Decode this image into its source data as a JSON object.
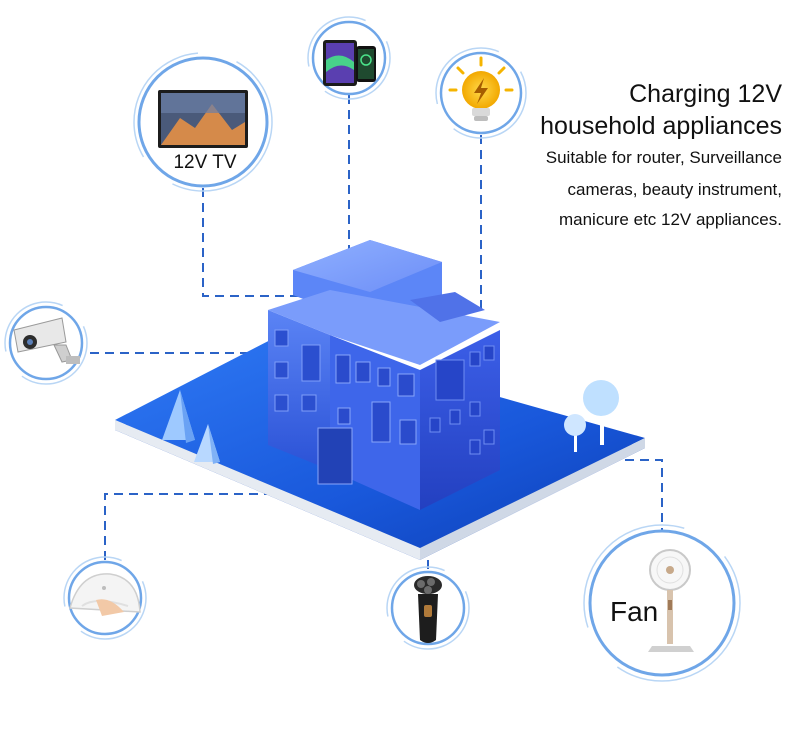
{
  "heading": {
    "line1": "Charging 12V",
    "line2": "household appliances"
  },
  "description": {
    "line1": "Suitable for router, Surveillance",
    "line2": "cameras, beauty instrument,",
    "line3": "manicure etc 12V appliances."
  },
  "labels": {
    "tv": "12V TV",
    "fan": "Fan"
  },
  "colors": {
    "building": "#3f6ef0",
    "platform": "#1f5fe0",
    "ring": "#6fa6e8",
    "connector": "#2b63c7"
  },
  "appliances": [
    "tv-icon",
    "tablet-phone-icon",
    "light-bulb-icon",
    "surveillance-camera-icon",
    "nail-lamp-icon",
    "shaver-icon",
    "fan-icon"
  ]
}
